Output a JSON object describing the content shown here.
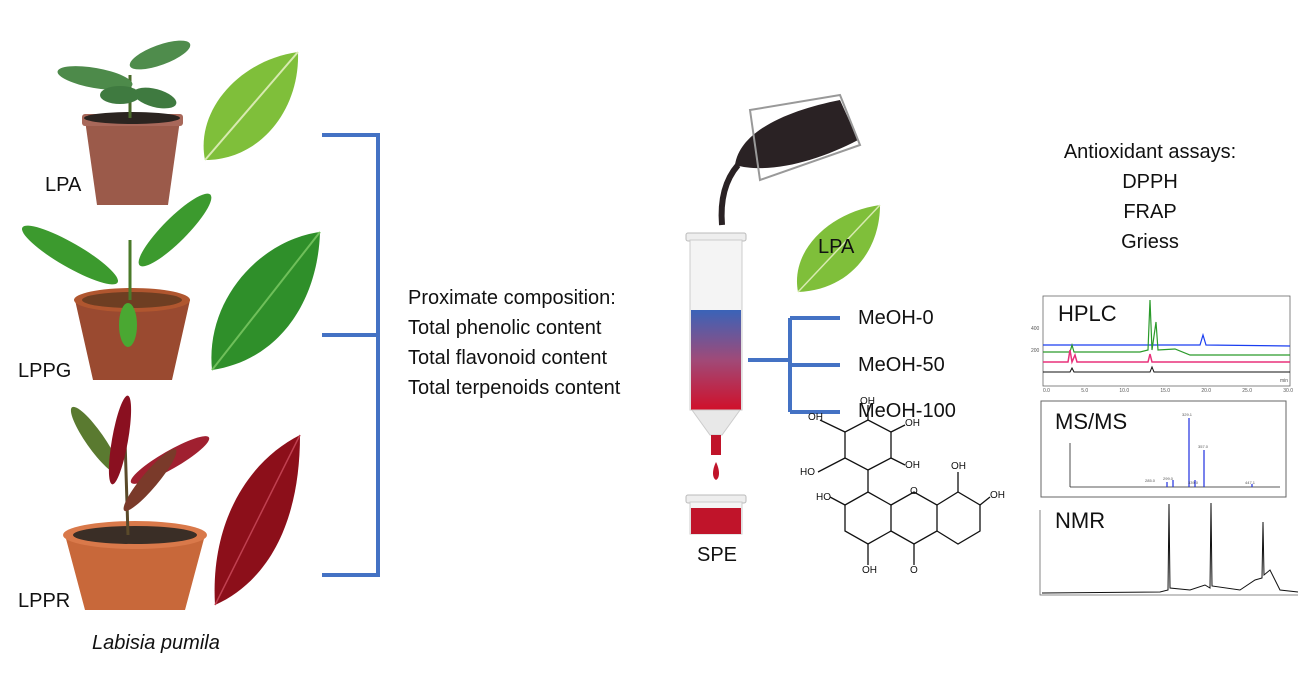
{
  "plants": [
    {
      "label": "LPA",
      "leaf_color": "#7fbf3a"
    },
    {
      "label": "LPPG",
      "leaf_color": "#2f8f2a"
    },
    {
      "label": "LPPR",
      "leaf_color": "#8c0f1a"
    }
  ],
  "species": "Labisia pumila",
  "proximate": {
    "heading": "Proximate composition:",
    "items": [
      "Total phenolic content",
      "Total flavonoid content",
      "Total terpenoids content"
    ]
  },
  "spe": {
    "label": "SPE",
    "leaf_label": "LPA",
    "fractions": [
      "MeOH-0",
      "MeOH-50",
      "MeOH-100"
    ]
  },
  "molecule_labels": {
    "oh": "OH",
    "ho": "HO",
    "o": "O"
  },
  "assays": {
    "heading": "Antioxidant assays:",
    "items": [
      "DPPH",
      "FRAP",
      "Griess"
    ]
  },
  "analyses": {
    "hplc": {
      "title": "HPLC",
      "x_ticks": [
        "0.0",
        "5.0",
        "10.0",
        "15.0",
        "20.0",
        "25.0",
        "30.0"
      ],
      "y_ticks": [
        "400",
        "200"
      ],
      "unit": "min"
    },
    "msms": {
      "title": "MS/MS",
      "peaks": [
        "285.0",
        "299.0",
        "329.1",
        "339.0",
        "357.0",
        "447.1"
      ]
    },
    "nmr": {
      "title": "NMR"
    }
  },
  "colors": {
    "bracket": "#4472c4",
    "blood": "#c0142a"
  }
}
